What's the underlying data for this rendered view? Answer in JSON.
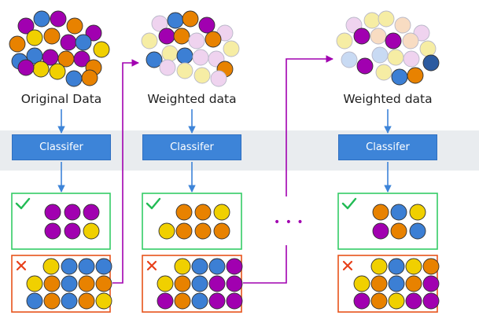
{
  "colors": {
    "purple": "#a100b0",
    "yellow": "#f0d000",
    "orange": "#e88200",
    "blue": "#3c7fd4",
    "dark_blue": "#2b5aa0",
    "light_purple": "#efd3ef",
    "light_yellow": "#f6eda4",
    "light_orange": "#f8dcc2",
    "light_blue": "#c8daf3",
    "green_border": "#33cc66",
    "red_border": "#e8531a",
    "check_color": "#22bb55",
    "cross_color": "#e8401a",
    "arrow_blue": "#3d84d8",
    "arrow_purple": "#a100b0",
    "band_gray": "#e9ecef"
  },
  "columns": [
    {
      "label": "Original Data",
      "classifier_label": "Classifer",
      "correct_marker": "check-icon",
      "incorrect_marker": "cross-icon"
    },
    {
      "label": "Weighted data",
      "classifier_label": "Classifer",
      "correct_marker": "check-icon",
      "incorrect_marker": "cross-icon"
    },
    {
      "label": "Weighted data",
      "classifier_label": "Classifer",
      "correct_marker": "check-icon",
      "incorrect_marker": "cross-icon"
    }
  ],
  "ellipsis": "• • •"
}
